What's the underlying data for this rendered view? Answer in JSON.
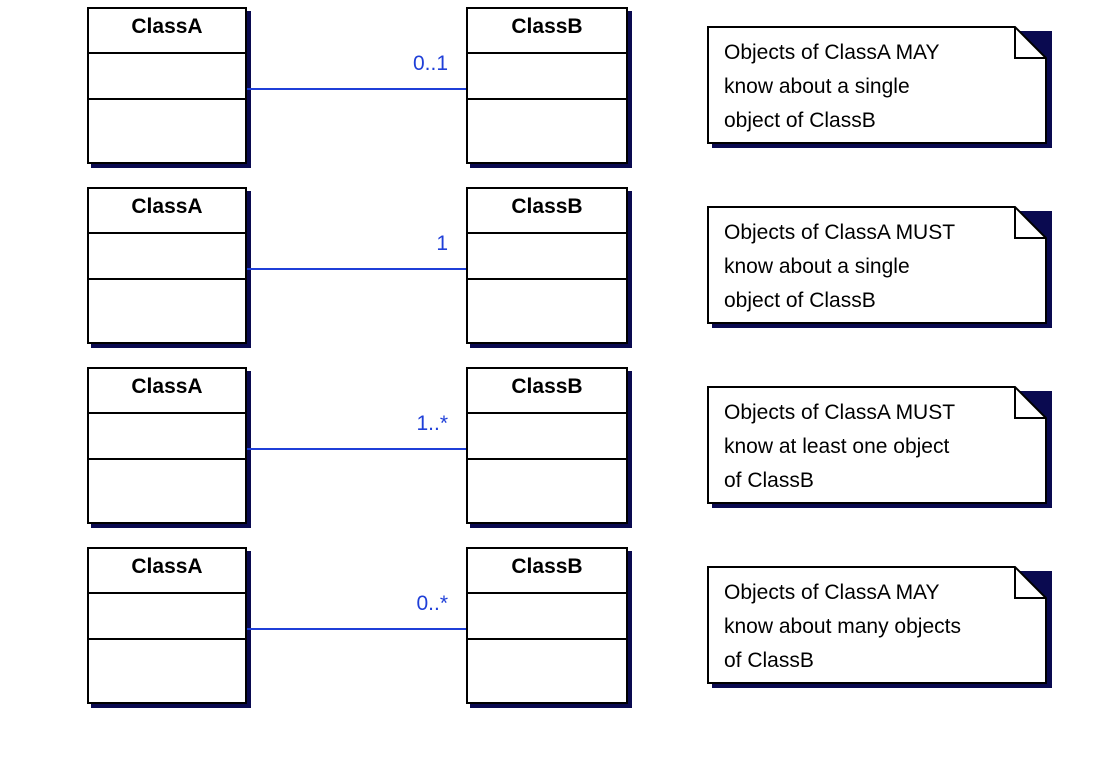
{
  "rows": [
    {
      "class_a": "ClassA",
      "class_b": "ClassB",
      "multiplicity": "0..1",
      "note": "Objects of ClassA MAY\nknow about a single\nobject of ClassB"
    },
    {
      "class_a": "ClassA",
      "class_b": "ClassB",
      "multiplicity": "1",
      "note": "Objects of ClassA MUST\nknow about a single\nobject of ClassB"
    },
    {
      "class_a": "ClassA",
      "class_b": "ClassB",
      "multiplicity": "1..*",
      "note": "Objects of ClassA MUST\nknow at least one object\nof ClassB"
    },
    {
      "class_a": "ClassA",
      "class_b": "ClassB",
      "multiplicity": "0..*",
      "note": "Objects of ClassA MAY\nknow about many objects\nof ClassB"
    }
  ],
  "colors": {
    "association": "#1f3fd8",
    "shadow": "#0a0a50",
    "border": "#000000"
  }
}
